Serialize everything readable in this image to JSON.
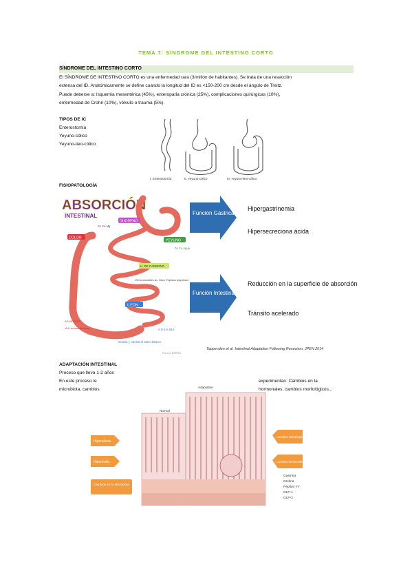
{
  "title": "TEMA 7: SÍNDROME DEL INTESTINO CORTO",
  "section": {
    "heading": "SÍNDROME DEL INTESTINO CORTO",
    "paragraph_lines": [
      "El SÍNDROME DE INTESTINO CORTO es una enfermedad rara (3/millón de habitantes). Se trata de una resección",
      "extensa del ID. Anatómicamente se define cuando la longitud del ID es <150-200 cm desde el ángulo de Treitz.",
      "Puede deberse a: Isquemia mesentérica (45%), enteropatía crónica (25%), complicaciones quirúrgicas (10%),",
      "enfermedad de Crohn (10%), vólvulo o trauma (5%)."
    ]
  },
  "types": {
    "heading": "TIPOS DE IC",
    "items": [
      "Enterostomía",
      "Yeyuno-cólico",
      "Yeyuno-ileo-cólico"
    ],
    "figure_labels": [
      "I. Enterostomía",
      "II. Yeyuno-cólico",
      "III. Yeyuno-ileo-cólico"
    ]
  },
  "fisiopatologia": {
    "heading": "FISIOPATOLOGÍA",
    "diagram": {
      "title": "ABSORCIÓN",
      "subtitle": "INTESTINAL",
      "labels": {
        "duodeno": "DUODENO",
        "colon": "COLON",
        "yeyuno": "YEYUNO",
        "ileon": "ILEON",
        "duodeno_nutrients": "Fe Ca Mg",
        "yeyuno_nutrients": "Fe Ca Agua",
        "hcarbono": "H. DE CARBONO",
        "proteinas": "Vit hidrosolubles Ac. fólico Péptidos dipeptidos",
        "colon_agua": "AGUA ELEC.",
        "colon_vitk": "Vit K de las bacterias",
        "grasas": "Grasas y colesterol Sales biliares",
        "ileon_vits": "A D E K B12",
        "watermark": "PAULA PARRA"
      }
    },
    "boxes": [
      {
        "label": "Función Gástrica",
        "items": [
          "Hipergastrinemia",
          "Hipersecreciona ácida"
        ]
      },
      {
        "label": "Función Intestinal",
        "items": [
          "Reducción en la superficie de absorción",
          "Tránsito acelerado"
        ]
      }
    ],
    "citation": "Tappenden et al. Intestinal Adaptation Following Resection. JPEN 2014"
  },
  "adaptacion": {
    "heading": "ADAPTACIÓN INTESTINAL",
    "line1": "Proceso que lleva 1-2 años",
    "left_line2": "En este proceso le",
    "left_line3": "microbiota, cambios",
    "right_line2": "experimentan: Cambios en la",
    "right_line3": "hormonales, cambios morfológicos...",
    "figure": {
      "normal_label": "Normal",
      "adaptation_label": "Adaptation",
      "left_tags": [
        "Hiperplasia",
        "Hipertrofia",
        "Cambios en la Microbiota"
      ],
      "right_tags": [
        "Cambios Morfológicos",
        "Cambios hormonales"
      ],
      "hormones": [
        "Gastrina",
        "Grelina",
        "Péptido YY",
        "GLP-1",
        "GLP-2"
      ]
    }
  },
  "colors": {
    "accent_green": "#7fbf2a",
    "section_band": "#e3eed6",
    "arrow_blue": "#2f6fb1",
    "tag_orange": "#f39a3c",
    "gut_red": "#e56a5e"
  }
}
